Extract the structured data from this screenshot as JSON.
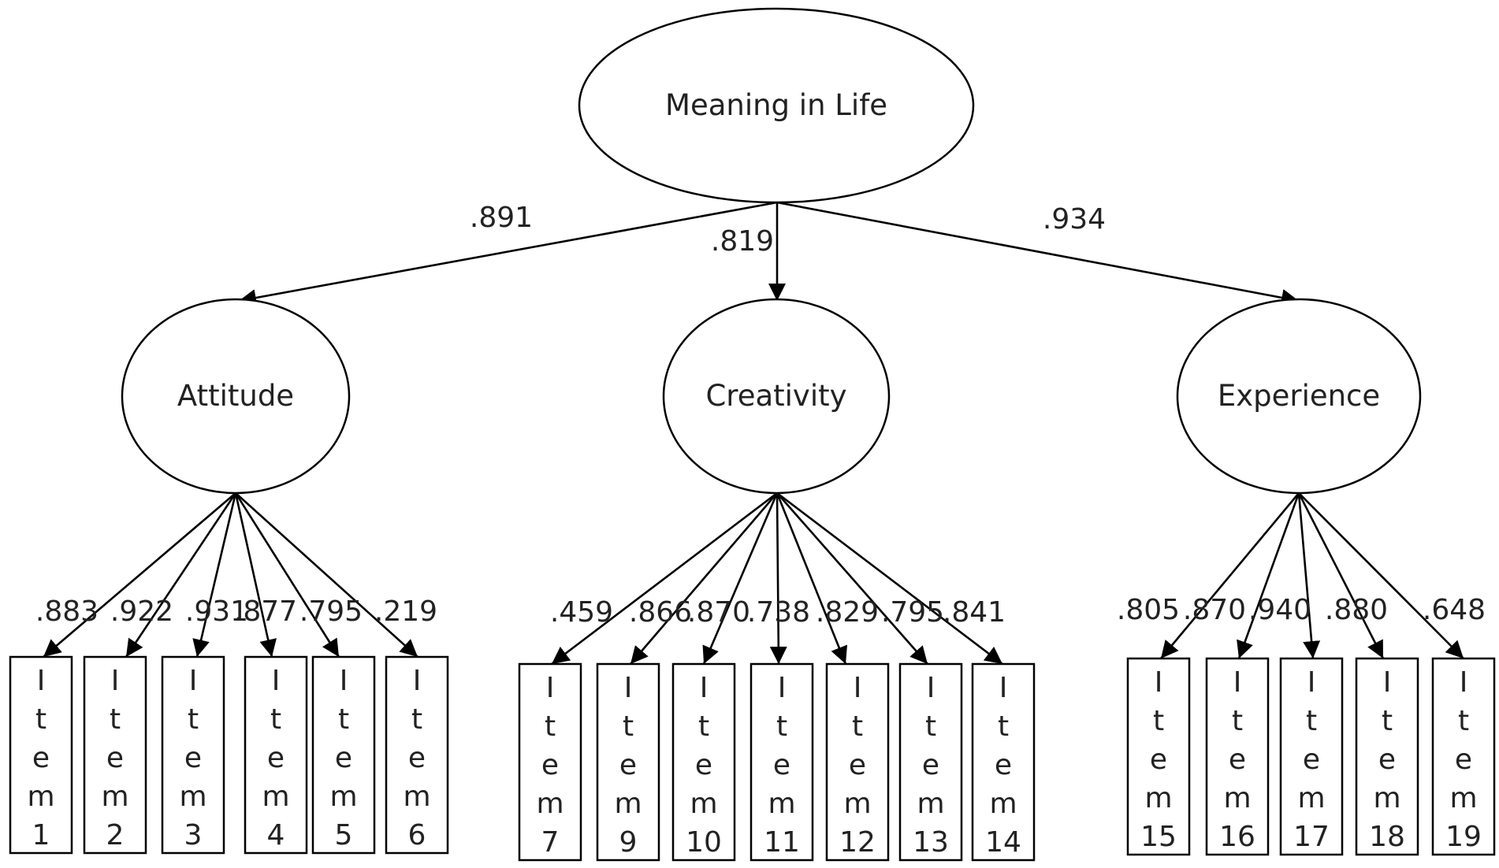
{
  "root": {
    "label": "Meaning in Life"
  },
  "factors": [
    {
      "label": "Attitude",
      "loading": ".891"
    },
    {
      "label": "Creativity",
      "loading": ".819"
    },
    {
      "label": "Experience",
      "loading": ".934"
    }
  ],
  "items": [
    {
      "label": "Item1",
      "factor": 0,
      "loading": ".883"
    },
    {
      "label": "Item2",
      "factor": 0,
      "loading": ".922"
    },
    {
      "label": "Item3",
      "factor": 0,
      "loading": ".931"
    },
    {
      "label": "Item4",
      "factor": 0,
      "loading": ".877"
    },
    {
      "label": "Item5",
      "factor": 0,
      "loading": ".795"
    },
    {
      "label": "Item6",
      "factor": 0,
      "loading": ".219"
    },
    {
      "label": "Item7",
      "factor": 1,
      "loading": ".459"
    },
    {
      "label": "Item9",
      "factor": 1,
      "loading": ".866"
    },
    {
      "label": "Item10",
      "factor": 1,
      "loading": ".870"
    },
    {
      "label": "Item11",
      "factor": 1,
      "loading": ".738"
    },
    {
      "label": "Item12",
      "factor": 1,
      "loading": ".829"
    },
    {
      "label": "Item13",
      "factor": 1,
      "loading": ".795"
    },
    {
      "label": "Item14",
      "factor": 1,
      "loading": ".841"
    },
    {
      "label": "Item15",
      "factor": 2,
      "loading": ".805"
    },
    {
      "label": "Item16",
      "factor": 2,
      "loading": ".870"
    },
    {
      "label": "Item17",
      "factor": 2,
      "loading": ".940"
    },
    {
      "label": "Item18",
      "factor": 2,
      "loading": ".880"
    },
    {
      "label": "Item19",
      "factor": 2,
      "loading": ".648"
    }
  ]
}
